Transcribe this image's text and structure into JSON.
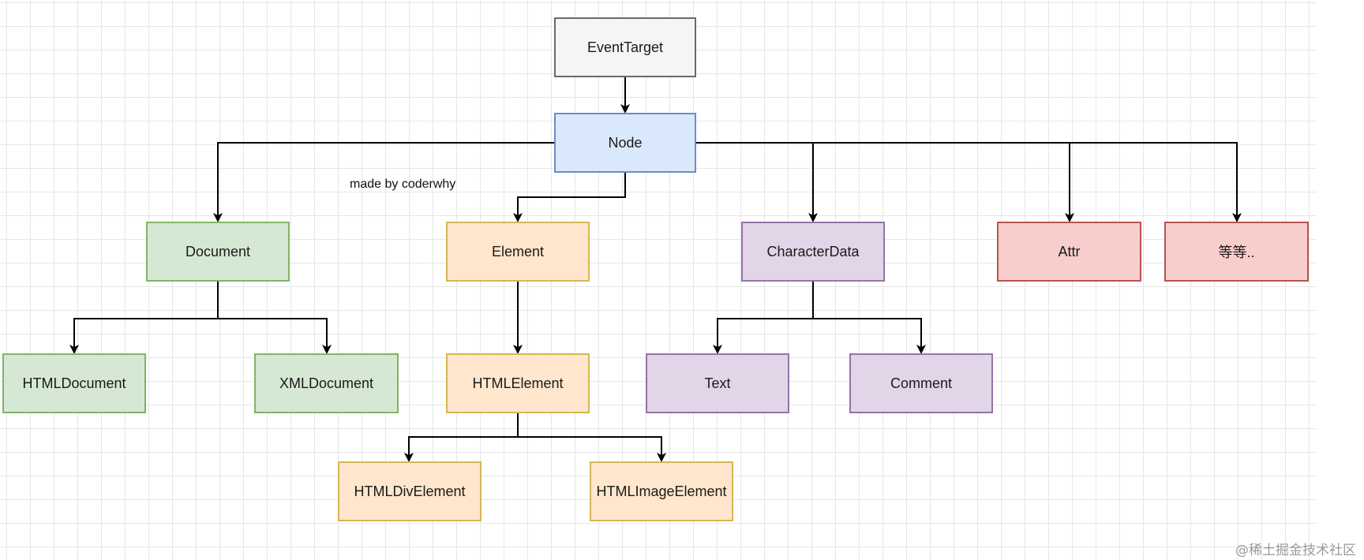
{
  "nodes": {
    "event_target": "EventTarget",
    "node": "Node",
    "document": "Document",
    "element": "Element",
    "character_data": "CharacterData",
    "attr": "Attr",
    "etc": "等等..",
    "html_document": "HTMLDocument",
    "xml_document": "XMLDocument",
    "html_element": "HTMLElement",
    "text": "Text",
    "comment": "Comment",
    "html_div_element": "HTMLDivElement",
    "html_image_element": "HTMLImageElement"
  },
  "note": "made by coderwhy",
  "watermark": "@稀土掘金技术社区",
  "colors": {
    "gray_fill": "#f5f5f5",
    "blue_fill": "#dae8fc",
    "green_fill": "#d5e8d4",
    "orange_fill": "#ffe6cc",
    "purple_fill": "#e1d5e7",
    "red_fill": "#f8cecc"
  }
}
